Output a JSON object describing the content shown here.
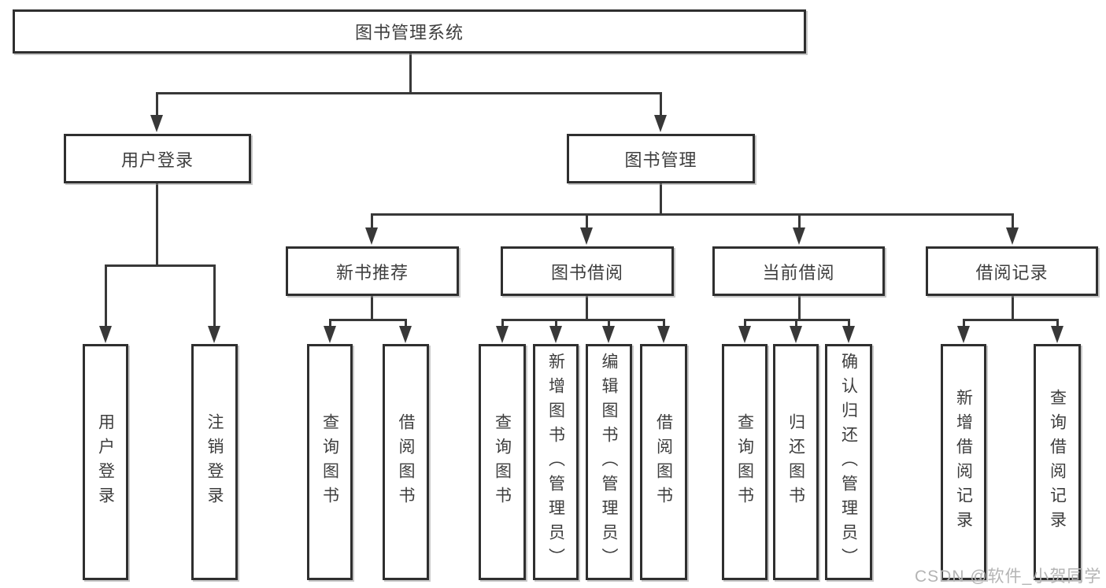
{
  "diagram": {
    "root": {
      "label": "图书管理系统"
    },
    "branches": [
      {
        "label": "用户登录",
        "children": [
          {
            "label": "用户登录"
          },
          {
            "label": "注销登录"
          }
        ]
      },
      {
        "label": "图书管理",
        "children": [
          {
            "label": "新书推荐",
            "children": [
              {
                "label": "查询图书"
              },
              {
                "label": "借阅图书"
              }
            ]
          },
          {
            "label": "图书借阅",
            "children": [
              {
                "label": "查询图书"
              },
              {
                "label": "新增图书（管理员）"
              },
              {
                "label": "编辑图书（管理员）"
              },
              {
                "label": "借阅图书"
              }
            ]
          },
          {
            "label": "当前借阅",
            "children": [
              {
                "label": "查询图书"
              },
              {
                "label": "归还图书"
              },
              {
                "label": "确认归还（管理员）"
              }
            ]
          },
          {
            "label": "借阅记录",
            "children": [
              {
                "label": "新增借阅记录"
              },
              {
                "label": "查询借阅记录"
              }
            ]
          }
        ]
      }
    ],
    "watermark": "CSDN @软件_小贺同学",
    "colors": {
      "line": "#383838",
      "border": "#2f2f2f",
      "text": "#3e3e3e",
      "watermark": "#b4b4b4",
      "background": "#ffffff"
    }
  }
}
